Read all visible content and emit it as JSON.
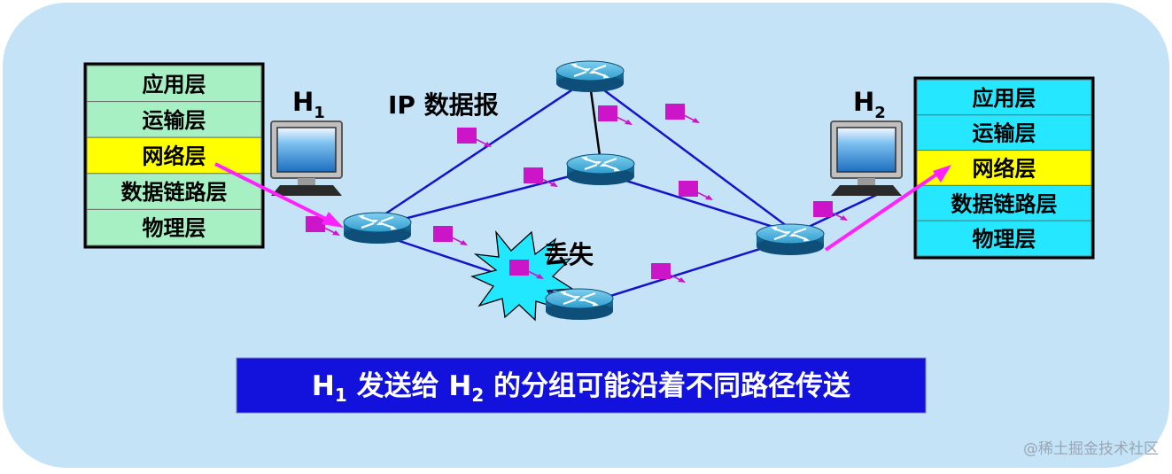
{
  "left_stack": {
    "layers": [
      "应用层",
      "运输层",
      "网络层",
      "数据链路层",
      "物理层"
    ],
    "highlight_index": 2,
    "fill": "#a6f0c4",
    "highlight_fill": "#ffff00"
  },
  "right_stack": {
    "layers": [
      "应用层",
      "运输层",
      "网络层",
      "数据链路层",
      "物理层"
    ],
    "highlight_index": 2,
    "fill": "#25e7ff",
    "highlight_fill": "#ffff00"
  },
  "host1": {
    "letter": "H",
    "sub": "1"
  },
  "host2": {
    "letter": "H",
    "sub": "2"
  },
  "datagram_label": "IP 数据报",
  "lost_label": "丢失",
  "caption": {
    "h1": "H",
    "s1": "1",
    "mid": " 发送给 ",
    "h2": "H",
    "s2": "2",
    "tail": " 的分组可能沿着不同路径传送"
  },
  "watermark": "@稀土掘金技术社区",
  "colors": {
    "background": "#c4e3f7",
    "link": "#1414c8",
    "packet": "#cc14c8",
    "arrow": "#ff22ff",
    "caption_bg": "#1212dc",
    "caption_text": "#ffffff",
    "router": "#1e90c0",
    "burst": "#22e8ff"
  }
}
